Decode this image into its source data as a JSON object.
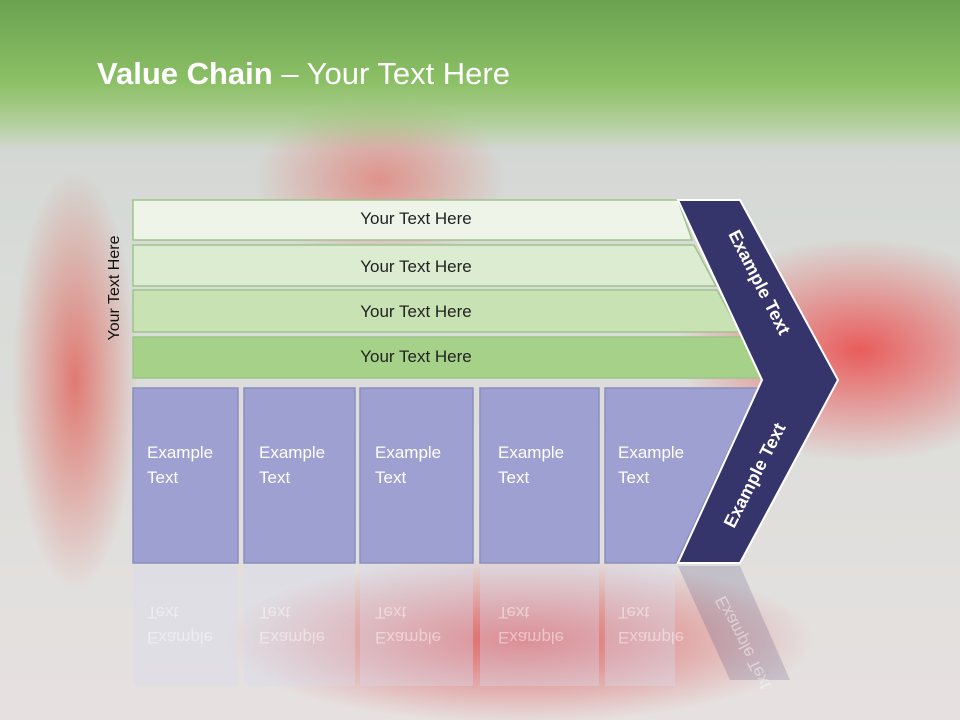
{
  "title": {
    "bold": "Value Chain",
    "rest": " – Your Text Here"
  },
  "side_label": "Your Text Here",
  "bars": [
    {
      "label": "Your Text Here",
      "color": "#eef5e8"
    },
    {
      "label": "Your Text Here",
      "color": "#dcecd0"
    },
    {
      "label": "Your Text Here",
      "color": "#c8e2b4"
    },
    {
      "label": "Your Text Here",
      "color": "#a6d189"
    }
  ],
  "boxes": [
    {
      "label": "Example\nText"
    },
    {
      "label": "Example\nText"
    },
    {
      "label": "Example\nText"
    },
    {
      "label": "Example\nText"
    },
    {
      "label": "Example\nText"
    }
  ],
  "chevron": {
    "top_text": "Example Text",
    "bottom_text": "Example Text",
    "color": "#35346b"
  },
  "colors": {
    "box": "#9fa0d2",
    "box_border": "#8c8dc0",
    "bar_border": "#9fc38c"
  }
}
